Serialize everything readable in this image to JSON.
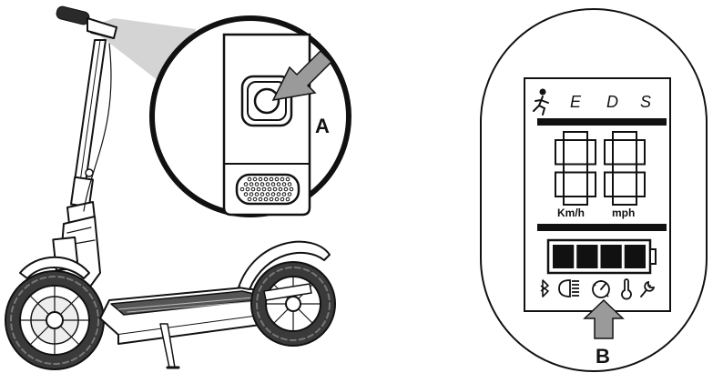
{
  "labels": {
    "power_button": "A",
    "display_icon": "B"
  },
  "display": {
    "modes": [
      "E",
      "D",
      "S"
    ],
    "units": {
      "kmh": "Km/h",
      "mph": "mph"
    },
    "battery_segments": 4,
    "icons": [
      "walk-mode-icon",
      "bluetooth-icon",
      "headlight-icon",
      "speedometer-icon",
      "thermometer-icon",
      "wrench-icon"
    ]
  },
  "colors": {
    "ink": "#111111",
    "arrow_gray": "#9a9a9a",
    "beam_gray": "#cfcfcf"
  }
}
